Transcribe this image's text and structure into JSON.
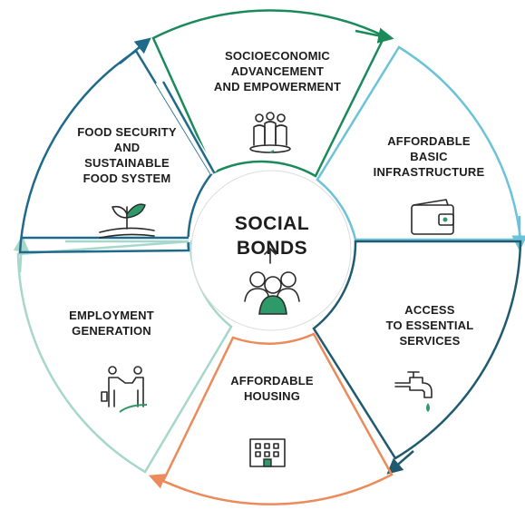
{
  "center": {
    "title_line1": "SOCIAL",
    "title_line2": "BONDS",
    "icon": "people-group-icon"
  },
  "segments": [
    {
      "lines": [
        "SOCIOECONOMIC",
        "ADVANCEMENT",
        "AND EMPOWERMENT"
      ],
      "icon": "people-circle-icon",
      "color": "#1a8a5a"
    },
    {
      "lines": [
        "AFFORDABLE",
        "BASIC",
        "INFRASTRUCTURE"
      ],
      "icon": "wallet-icon",
      "color": "#6cc3d9"
    },
    {
      "lines": [
        "ACCESS",
        "TO ESSENTIAL",
        "SERVICES"
      ],
      "icon": "water-tap-icon",
      "color": "#1f5a6e"
    },
    {
      "lines": [
        "AFFORDABLE",
        "HOUSING"
      ],
      "icon": "building-icon",
      "color": "#ec8a5b"
    },
    {
      "lines": [
        "EMPLOYMENT",
        "GENERATION"
      ],
      "icon": "handshake-icon",
      "color": "#a6d7ca"
    },
    {
      "lines": [
        "FOOD SECURITY",
        "AND",
        "SUSTAINABLE",
        "FOOD SYSTEM"
      ],
      "icon": "plant-field-icon",
      "color": "#1f6a8a"
    }
  ],
  "colors": {
    "text": "#1d1d1d",
    "icon_accent": "#2e9a6a"
  }
}
